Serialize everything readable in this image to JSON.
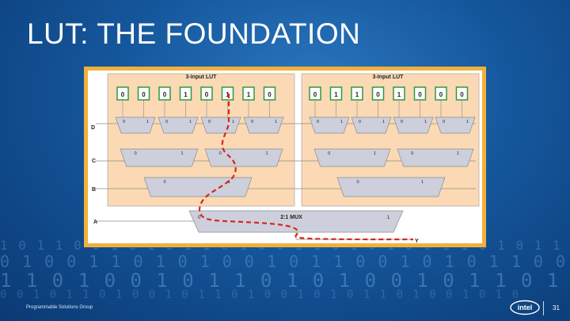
{
  "slide": {
    "title": "LUT: THE FOUNDATION",
    "footer_text": "Programmable Solutions Group",
    "page_number": "31",
    "logo_text": "intel"
  },
  "diagram": {
    "lut_labels": [
      "3-Input LUT",
      "3-Input LUT"
    ],
    "bits_left": [
      "0",
      "0",
      "0",
      "1",
      "0",
      "1",
      "1",
      "0"
    ],
    "bits_right": [
      "0",
      "1",
      "1",
      "0",
      "1",
      "0",
      "0",
      "0"
    ],
    "input_labels": {
      "d": "D",
      "c": "C",
      "b": "B",
      "a": "A",
      "y": "Y"
    },
    "mux_label": "2:1 MUX",
    "sel_zero": "0",
    "sel_one": "1"
  },
  "colors": {
    "panel_border": "#f1b03a",
    "lut_fill": "#fbd9b4",
    "bit_box": "#2e9a3c",
    "signal_path": "#d8261c",
    "mux_fill": "#cdd0dc"
  }
}
